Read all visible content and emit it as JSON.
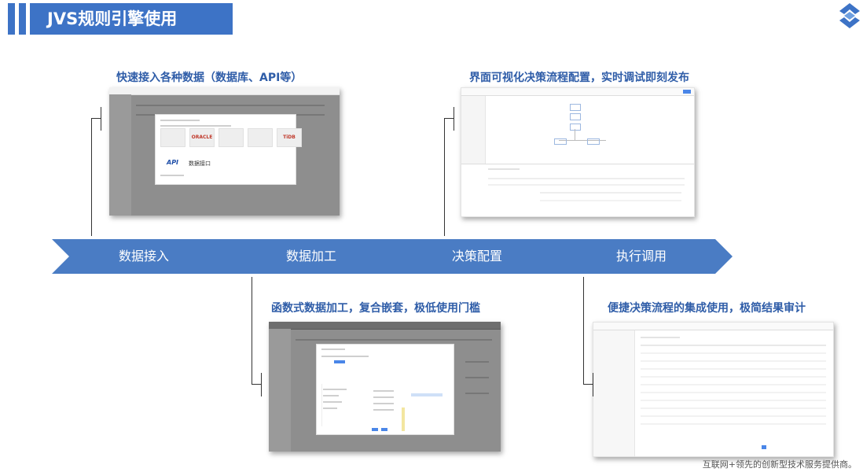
{
  "header": {
    "title": "JVS规则引擎使用"
  },
  "captions": {
    "data_access": "快速接入各种数据（数据库、API等）",
    "decision_config": "界面可视化决策流程配置，实时调试即刻发布",
    "data_processing": "函数式数据加工，复合嵌套，极低使用门槛",
    "execution": "便捷决策流程的集成使用，极简结果审计"
  },
  "flow": {
    "steps": [
      "数据接入",
      "数据加工",
      "决策配置",
      "执行调用"
    ]
  },
  "shot1": {
    "modal_logos": [
      "ORACLE",
      "TiDB"
    ],
    "api_label": "API",
    "api_text": "数据接口"
  },
  "footer": {
    "text": "互联网+领先的创新型技术服务提供商。"
  },
  "colors": {
    "primary": "#3d73c6",
    "arrow": "#4a7cc4",
    "caption": "#2f5da8"
  }
}
